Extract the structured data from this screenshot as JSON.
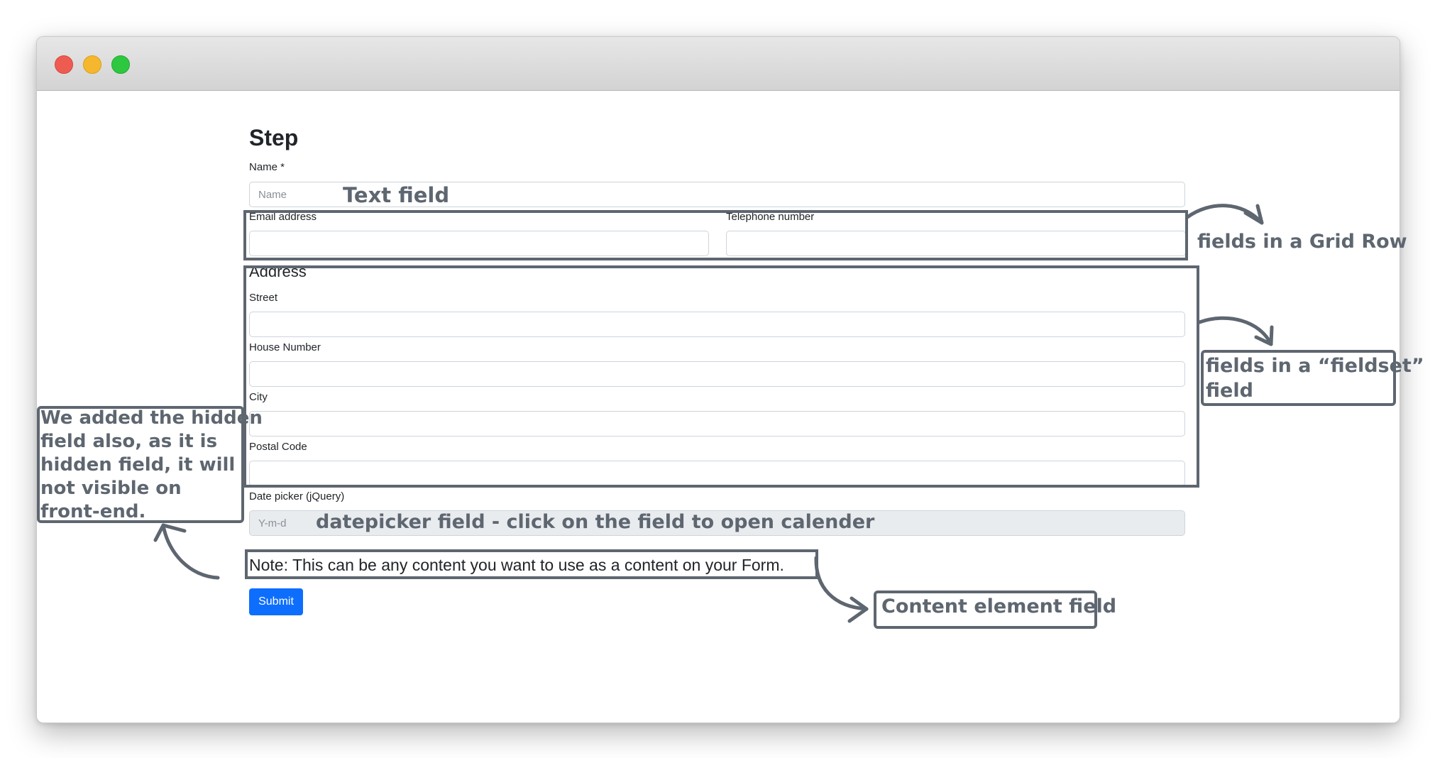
{
  "form": {
    "title": "Step",
    "name": {
      "label": "Name *",
      "placeholder": "Name"
    },
    "email": {
      "label": "Email address"
    },
    "telephone": {
      "label": "Telephone number"
    },
    "address": {
      "legend": "Address",
      "street": {
        "label": "Street"
      },
      "house_number": {
        "label": "House Number"
      },
      "city": {
        "label": "City"
      },
      "postal_code": {
        "label": "Postal Code"
      }
    },
    "date": {
      "label": "Date picker (jQuery)",
      "placeholder": "Y-m-d"
    },
    "content": "Note: This can be any content you want to use as a content on your Form.",
    "submit_label": "Submit"
  },
  "annotations": {
    "text_field": "Text field",
    "grid_row": "fields in a Grid Row",
    "fieldset_line1": "fields in a “fieldset”",
    "fieldset_line2": "field",
    "hidden_lines": [
      "We added the hidden",
      "field also, as it is",
      "hidden field, it will",
      "not visible on",
      "front-end."
    ],
    "datepicker": "datepicker field - click on the field to open calender",
    "content_element": "Content element field"
  },
  "colors": {
    "annotation": "#5e6670",
    "primary_button": "#0d6efd",
    "window_close": "#ee5b51",
    "window_minimize": "#f5b72d",
    "window_maximize": "#2ec840"
  }
}
